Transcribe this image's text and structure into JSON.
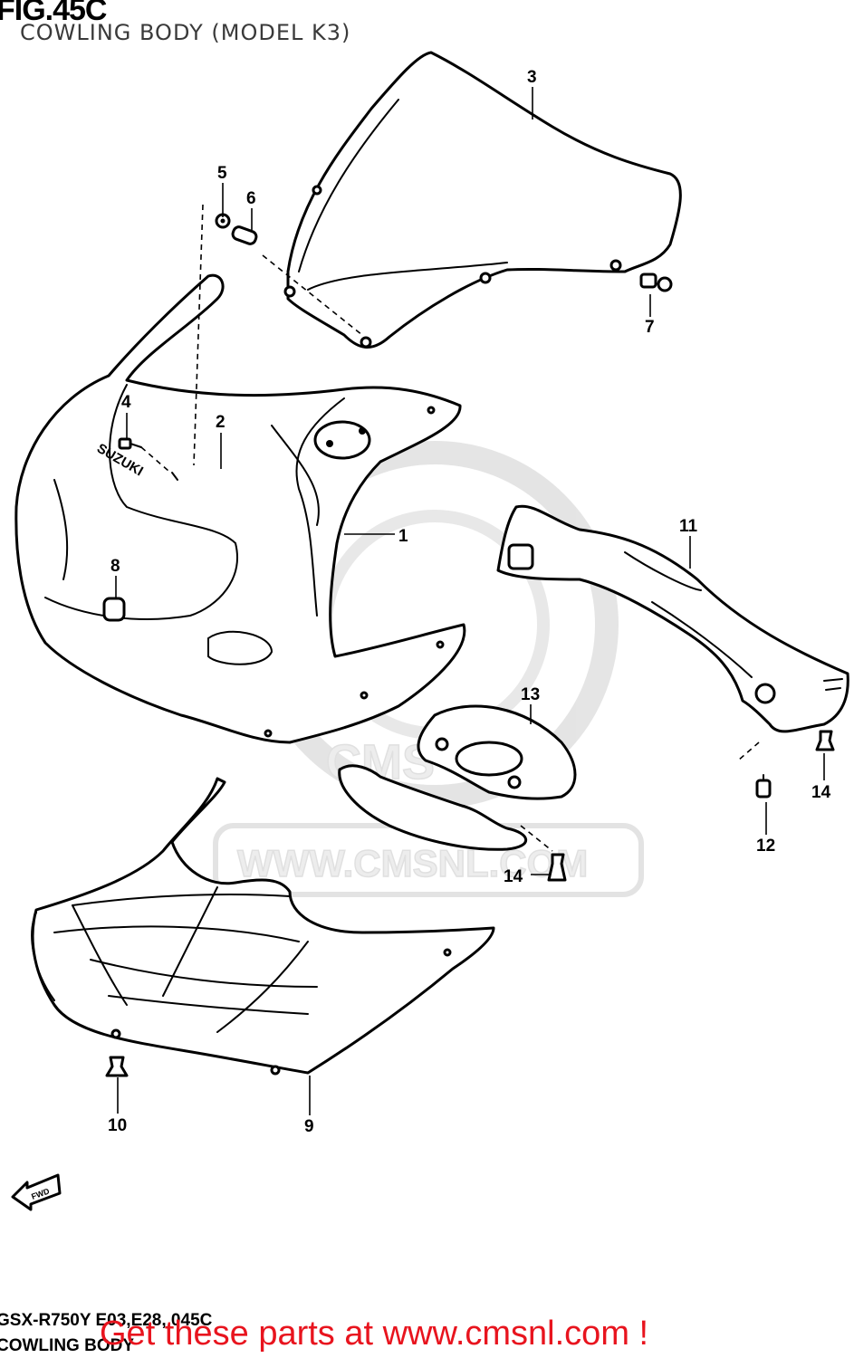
{
  "figure": {
    "id": "FIG.45C",
    "subtitle": "COWLING BODY (MODEL K3)",
    "footer_code": "GSX-R750Y E03,E28, 045C",
    "footer_name": "COWLING BODY"
  },
  "brand_marking": "SUZUKI",
  "direction_marker": "FWD",
  "watermark": {
    "logo_text": "CMS",
    "url": "WWW.CMSNL.COM"
  },
  "call_to_action": "Get these parts at www.cmsnl.com !",
  "callouts": [
    "1",
    "2",
    "3",
    "4",
    "5",
    "6",
    "7",
    "8",
    "9",
    "10",
    "11",
    "12",
    "13",
    "14",
    "14"
  ],
  "colors": {
    "cta": "#e8141e",
    "line": "#000000",
    "watermark": "#dddddd"
  }
}
